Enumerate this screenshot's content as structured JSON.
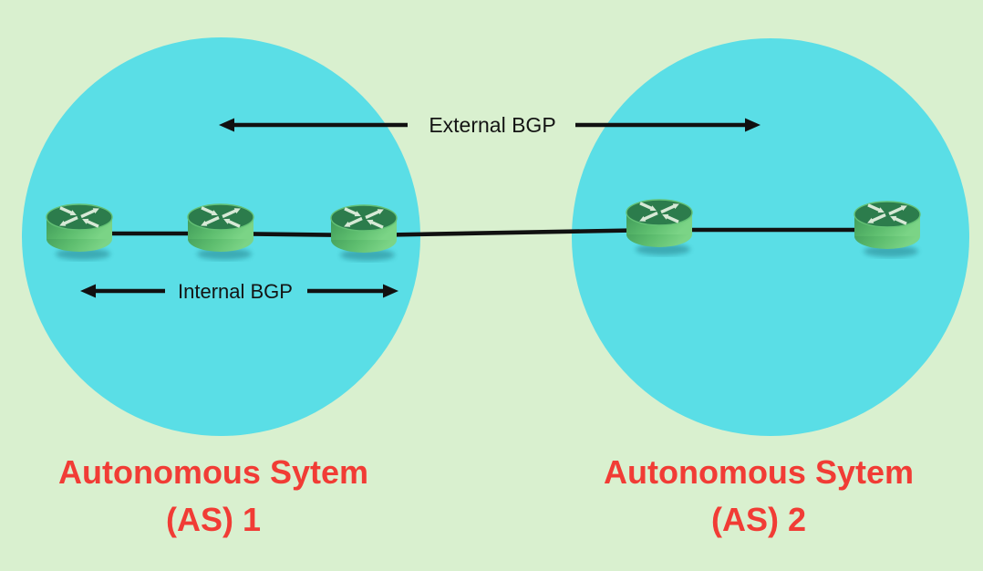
{
  "diagram": {
    "type": "network-diagram",
    "topic": "BGP peering between two autonomous systems"
  },
  "labels": {
    "external_bgp": "External BGP",
    "internal_bgp": "Internal BGP"
  },
  "as1": {
    "title_line1": "Autonomous Sytem",
    "title_line2": "(AS) 1",
    "router_count": 3
  },
  "as2": {
    "title_line1": "Autonomous Sytem",
    "title_line2": "(AS) 2",
    "router_count": 2
  },
  "icons": {
    "router": "router-icon"
  },
  "colors": {
    "background": "#d9f0cf",
    "as_circle": "#5adee6",
    "router_top": "#2c7c4c",
    "router_body_dark": "#3f9a58",
    "router_body_light": "#7bd486",
    "router_arrows": "#d7e9d6",
    "link_line": "#111111",
    "title_red": "#f13c35",
    "label_black": "#141414"
  }
}
